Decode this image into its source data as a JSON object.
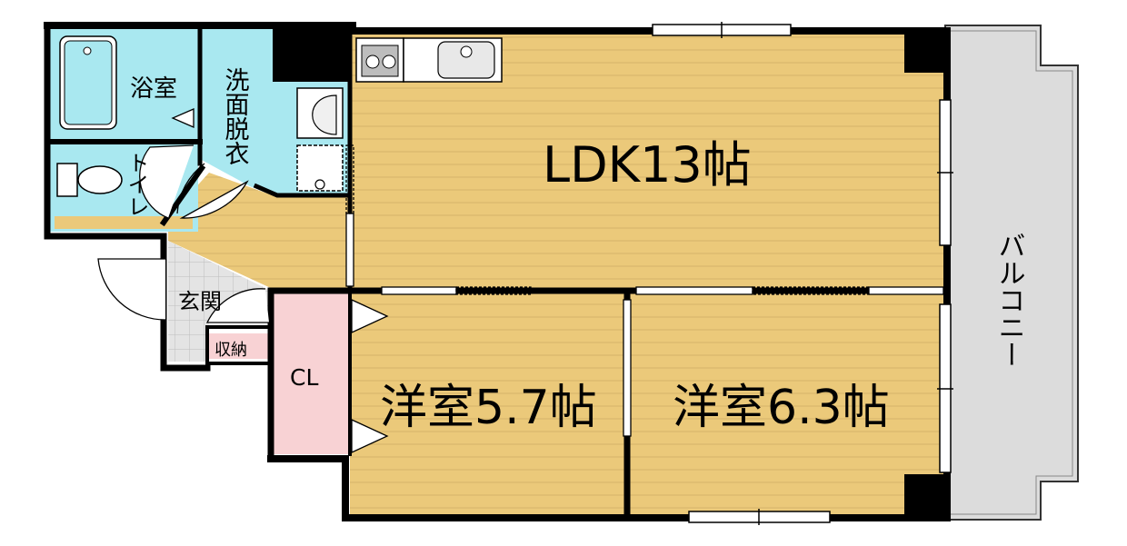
{
  "rooms": {
    "bath": "浴室",
    "washroom": "洗面脱衣",
    "toilet": "トイレ",
    "entrance": "玄関",
    "storage": "収納",
    "closet": "CL",
    "ldk": "LDK13帖",
    "western1": "洋室5.7帖",
    "western2": "洋室6.3帖",
    "balcony": "バルコニー"
  },
  "colors": {
    "floor": "#ebc97a",
    "floor_line": "#d6b36a",
    "wet_area": "#a9e8f0",
    "closet": "#f8d2d4",
    "balcony": "#dcdcdc",
    "tile": "#e2e2e2",
    "wall": "#000000"
  }
}
